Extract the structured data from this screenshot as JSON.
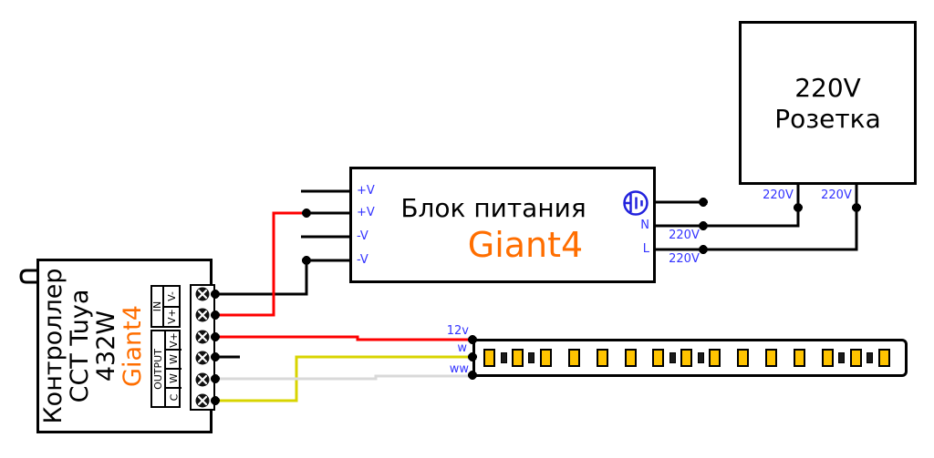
{
  "colors": {
    "accent_orange": "#ff6e00",
    "label_blue": "#3333ff",
    "wire_red": "#fe0000",
    "wire_yellow": "#d8d400",
    "wire_gray": "#d9d9d9",
    "wire_black": "#000000",
    "led_amber": "#ffc400"
  },
  "controller": {
    "title_lines": [
      "Контроллер",
      "CCT Tuya",
      "432W",
      "Giant4"
    ],
    "terminals": {
      "in_label": "IN",
      "in_cells": [
        "V-",
        "V+"
      ],
      "out_label": "OUTPUT",
      "out_cells": [
        "V+",
        "W",
        "W",
        "C"
      ]
    }
  },
  "psu": {
    "title": "Блок питания",
    "brand": "Giant4",
    "inputs": [
      "+V",
      "+V",
      "-V",
      "-V"
    ],
    "neutral_label": "N",
    "line_label": "L"
  },
  "socket": {
    "line1": "220V",
    "line2": "Розетка"
  },
  "wire_labels": {
    "psu_n": "220V",
    "psu_l": "220V",
    "socket_left": "220V",
    "socket_right": "220V",
    "strip_12v": "12v",
    "strip_w": "w",
    "strip_ww": "ww"
  },
  "led_strip": {
    "led_count": 15,
    "resistor_after": [
      0,
      1,
      6,
      7,
      12,
      13
    ]
  }
}
